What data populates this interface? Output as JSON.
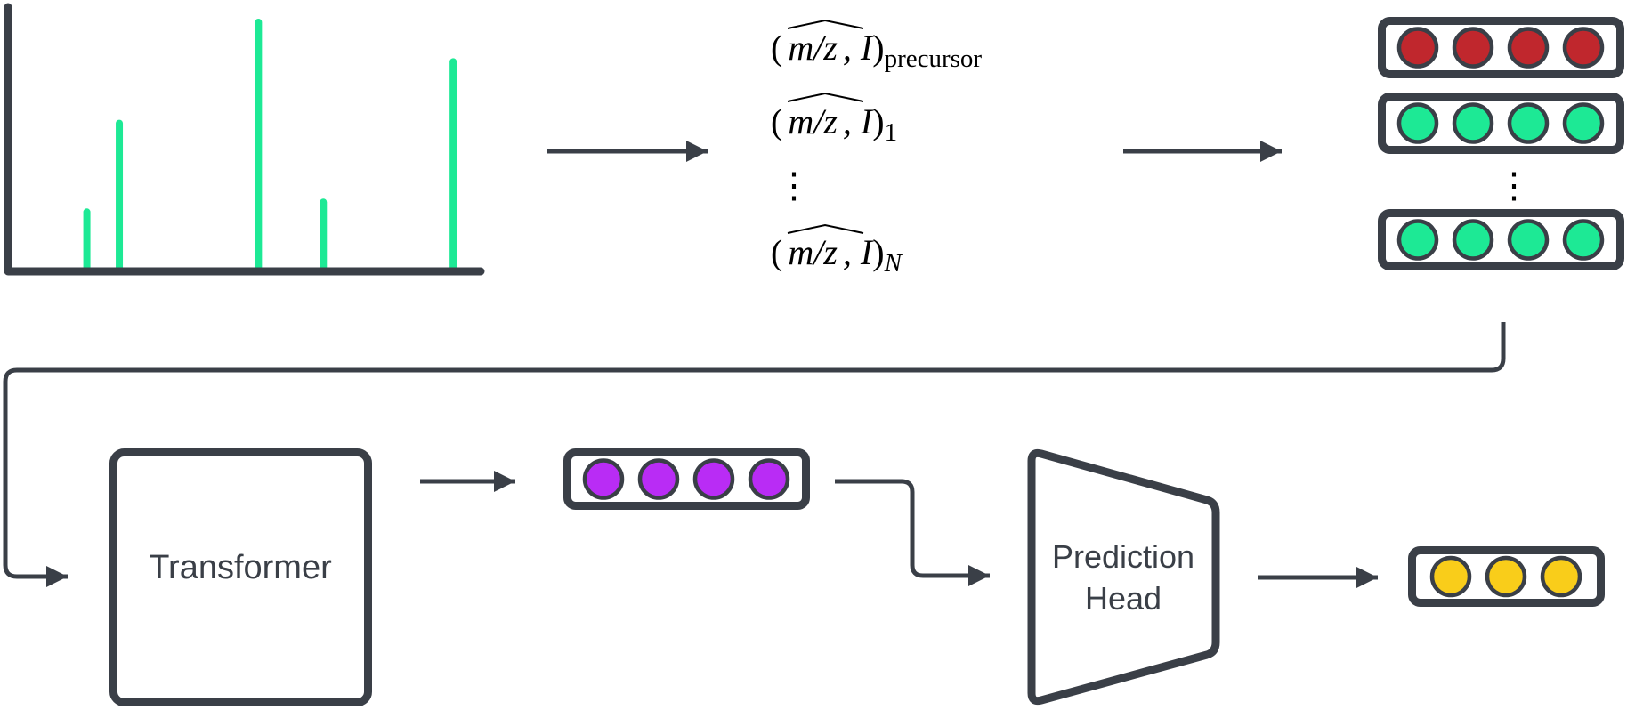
{
  "colors": {
    "ink": "#3a3f47",
    "peak": "#1de995",
    "precursor_token": "#c0272d",
    "peak_token": "#1de995",
    "embedding": "#b92cf5",
    "output": "#f9cd1a"
  },
  "spectrum": {
    "peaks": [
      {
        "mz": 0.17,
        "intensity": 0.23
      },
      {
        "mz": 0.24,
        "intensity": 0.59
      },
      {
        "mz": 0.54,
        "intensity": 1.0
      },
      {
        "mz": 0.68,
        "intensity": 0.27
      },
      {
        "mz": 0.96,
        "intensity": 0.84
      }
    ]
  },
  "tokens": {
    "lines": [
      {
        "main": "m/z",
        "pair_sep": ", I",
        "subscript": "precursor",
        "subscript_italic": false
      },
      {
        "main": "m/z",
        "pair_sep": ", I",
        "subscript": "1",
        "subscript_italic": false
      },
      {
        "main": "m/z",
        "pair_sep": ", I",
        "subscript": "N",
        "subscript_italic": true
      }
    ],
    "ellipsis": "⋮"
  },
  "input_embeddings": {
    "rows": [
      {
        "kind": "precursor",
        "units": 4
      },
      {
        "kind": "peak",
        "units": 4
      },
      {
        "kind": "peak",
        "units": 4
      }
    ],
    "ellipsis": "⋮"
  },
  "transformer": {
    "label": "Transformer"
  },
  "transformer_output": {
    "units": 4
  },
  "prediction_head": {
    "label_line1": "Prediction",
    "label_line2": "Head"
  },
  "prediction_output": {
    "units": 3
  }
}
